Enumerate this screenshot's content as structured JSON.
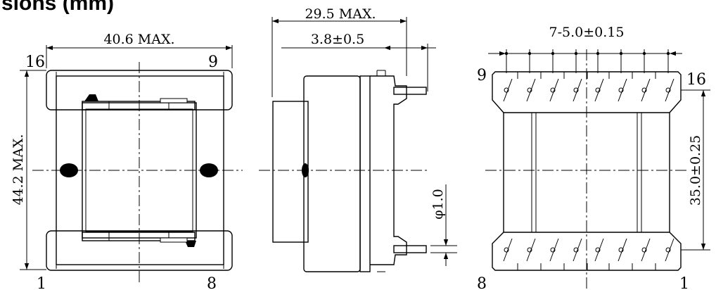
{
  "title": "sions (mm)",
  "dimensions": {
    "width_max": "40.6 MAX.",
    "height_max": "44.2 MAX.",
    "depth_max": "29.5 MAX.",
    "pin_length": "3.8±0.5",
    "pin_diameter": "φ1.0",
    "pin_pitch": "7-5.0±0.15",
    "row_spacing": "35.0±0.25"
  },
  "pins": {
    "front_top_left": "16",
    "front_top_right": "9",
    "front_bottom_left": "1",
    "front_bottom_right": "8",
    "bottom_top_left": "9",
    "bottom_top_right": "16",
    "bottom_bottom_left": "8",
    "bottom_bottom_right": "1"
  }
}
